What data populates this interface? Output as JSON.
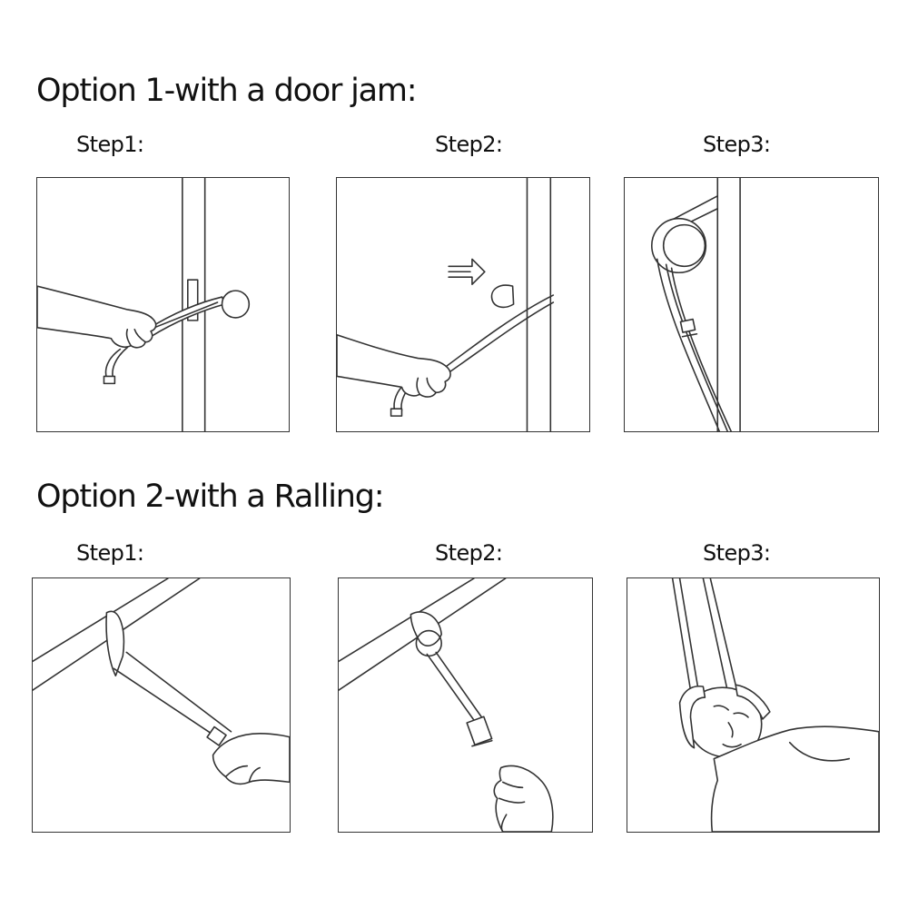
{
  "option1": {
    "heading": "Option 1-with a door jam:",
    "steps": [
      {
        "label": "Step1:"
      },
      {
        "label": "Step2:"
      },
      {
        "label": "Step3:"
      }
    ]
  },
  "option2": {
    "heading": "Option 2-with a Ralling:",
    "steps": [
      {
        "label": "Step1:"
      },
      {
        "label": "Step2:"
      },
      {
        "label": "Step3:"
      }
    ]
  }
}
